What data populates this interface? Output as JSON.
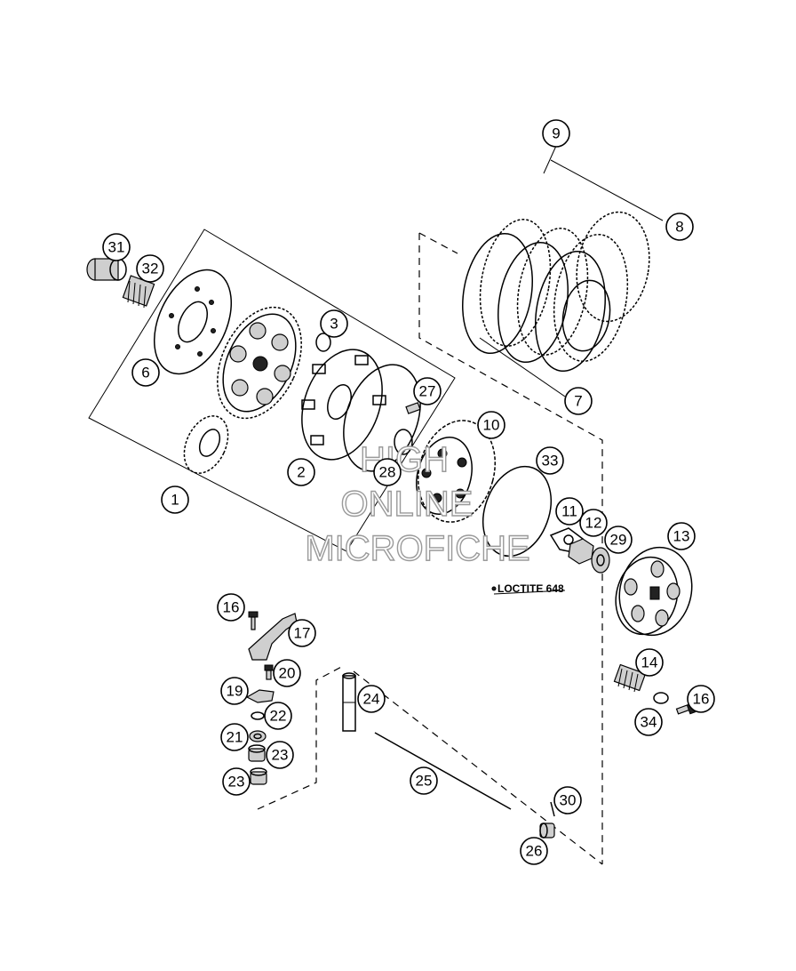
{
  "callouts": [
    {
      "label": "1"
    },
    {
      "label": "2"
    },
    {
      "label": "3"
    },
    {
      "label": "6"
    },
    {
      "label": "7"
    },
    {
      "label": "8"
    },
    {
      "label": "9"
    },
    {
      "label": "10"
    },
    {
      "label": "11"
    },
    {
      "label": "12"
    },
    {
      "label": "13"
    },
    {
      "label": "14"
    },
    {
      "label": "16"
    },
    {
      "label": "16"
    },
    {
      "label": "17"
    },
    {
      "label": "19"
    },
    {
      "label": "20"
    },
    {
      "label": "21"
    },
    {
      "label": "22"
    },
    {
      "label": "23"
    },
    {
      "label": "23"
    },
    {
      "label": "24"
    },
    {
      "label": "25"
    },
    {
      "label": "26"
    },
    {
      "label": "27"
    },
    {
      "label": "28"
    },
    {
      "label": "29"
    },
    {
      "label": "30"
    },
    {
      "label": "31"
    },
    {
      "label": "32"
    },
    {
      "label": "33"
    },
    {
      "label": "34"
    }
  ],
  "note_loctite": "LOCTITE 648",
  "watermark": {
    "line1": "HIGH",
    "line2": "ONLINE",
    "line3": "MICROFICHE"
  }
}
